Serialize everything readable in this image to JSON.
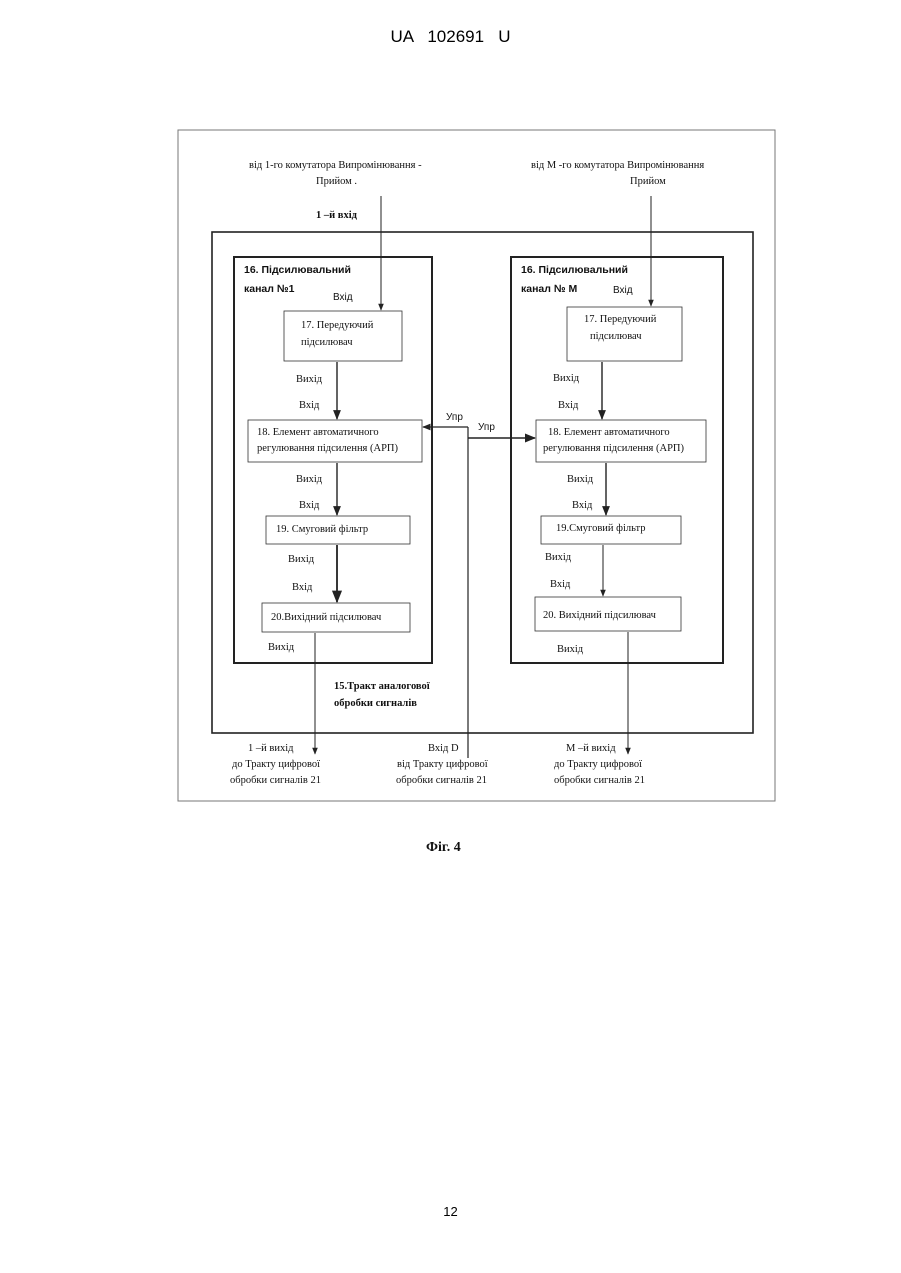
{
  "header": {
    "doc_id": "UA   102691   U"
  },
  "page_number": "12",
  "figure_caption": "Фіг. 4",
  "inputs": {
    "left_source_line1": "від  1-го комутатора Випромінювання  -",
    "left_source_line2": "Прийом   .",
    "left_input_label": "1 –й  вхід",
    "right_source_line1": "від М -го комутатора Випромінювання",
    "right_source_line2": "Прийом"
  },
  "channel_left": {
    "title_line1": "16. Підсилювальний",
    "title_line2": "канал №1",
    "in_label": "Вхід",
    "block17_line1": "17. Передуючий",
    "block17_line2": "підсилювач",
    "out17": "Вихід",
    "in18": "Вхід",
    "block18_line1": "18. Елемент автоматичного",
    "block18_line2": "регулювання підсилення (АРП)",
    "out18": "Вихід",
    "in19": "Вхід",
    "block19": "19. Смуговий фільтр",
    "out19": "Вихід",
    "in20": "Вхід",
    "block20": "20.Вихідний  підсилювач",
    "out20": "Вихід"
  },
  "channel_right": {
    "title_line1": "16. Підсилювальний",
    "title_line2": "канал № М",
    "in_label": "Вхід",
    "block17_line1": "17. Передуючий",
    "block17_line2": "підсилювач",
    "out17": "Вихід",
    "in18": "Вхід",
    "block18_line1": "18. Елемент автоматичного",
    "block18_line2": "регулювання підсилення (АРП)",
    "out18": "Вихід",
    "in19": "Вхід",
    "block19": "19.Смуговий фільтр",
    "out19": "Вихід",
    "in20": "Вхід",
    "block20": "20. Вихідний  підсилювач",
    "out20": "Вихід"
  },
  "control": {
    "upr_left": "Упр",
    "upr_right": "Упр"
  },
  "analog_path": {
    "label_line1": "15.Тракт аналогової",
    "label_line2": "обробки сигналів"
  },
  "outputs": {
    "left_line1": "1 –й  вихід",
    "left_line2": "до Тракту цифрової",
    "left_line3": "обробки  сигналів  21",
    "center_line1": "Вхід D",
    "center_line2": "від  Тракту цифрової",
    "center_line3": "обробки  сигналів  21",
    "right_line1": "М –й  вихід",
    "right_line2": "до Тракту цифрової",
    "right_line3": "обробки сигналів 21"
  }
}
